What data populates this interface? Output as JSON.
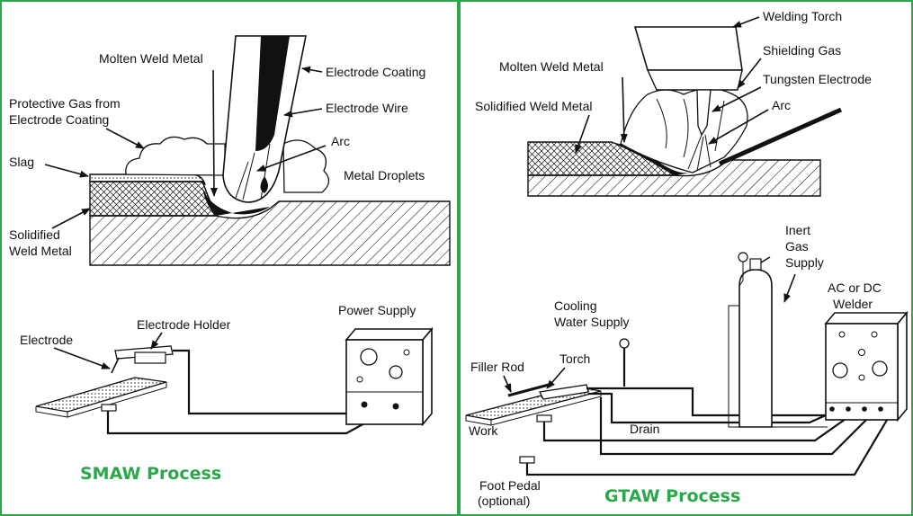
{
  "colors": {
    "frame": "#2aa84a",
    "caption": "#2aa84a",
    "ink": "#111111"
  },
  "smaw": {
    "caption": "SMAW Process",
    "labels": {
      "molten_weld_metal": "Molten Weld Metal",
      "electrode_coating": "Electrode Coating",
      "protective_gas_line1": "Protective Gas from",
      "protective_gas_line2": "Electrode Coating",
      "electrode_wire": "Electrode Wire",
      "slag": "Slag",
      "arc": "Arc",
      "metal_droplets": "Metal Droplets",
      "solidified_line1": "Solidified",
      "solidified_line2": "Weld Metal",
      "electrode": "Electrode",
      "electrode_holder": "Electrode Holder",
      "power_supply": "Power Supply"
    }
  },
  "gtaw": {
    "caption": "GTAW Process",
    "labels": {
      "welding_torch": "Welding Torch",
      "shielding_gas": "Shielding Gas",
      "molten_weld_metal": "Molten Weld Metal",
      "tungsten_electrode": "Tungsten Electrode",
      "solidified_weld_metal": "Solidified Weld Metal",
      "arc": "Arc",
      "inert_line1": "Inert",
      "inert_line2": "Gas",
      "inert_line3": "Supply",
      "ac_dc_line1": "AC or DC",
      "ac_dc_line2": "Welder",
      "cooling_line1": "Cooling",
      "cooling_line2": "Water Supply",
      "filler_rod": "Filler Rod",
      "torch": "Torch",
      "drain": "Drain",
      "work": "Work",
      "foot_pedal_line1": "Foot Pedal",
      "foot_pedal_line2": "(optional)"
    }
  }
}
